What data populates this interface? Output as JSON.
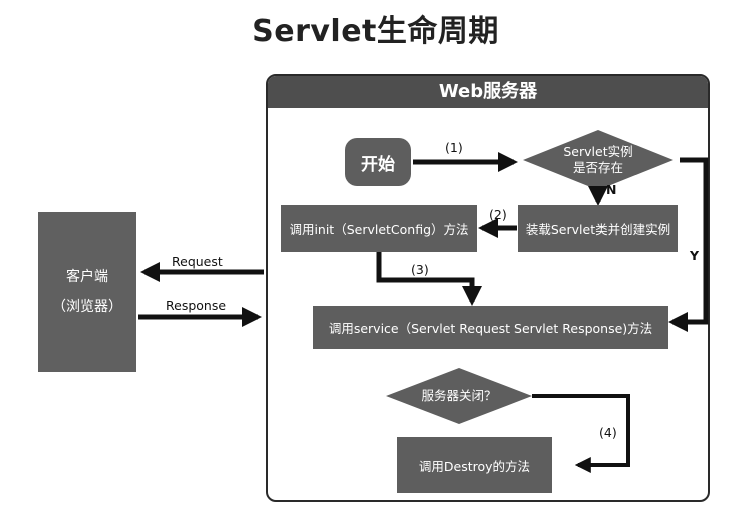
{
  "title": "Servlet生命周期",
  "client": {
    "line1": "客户端",
    "line2": "（浏览器）"
  },
  "server": {
    "title": "Web服务器"
  },
  "nodes": {
    "start": "开始",
    "check_exists": {
      "line1": "Servlet实例",
      "line2": "是否存在"
    },
    "load_class": "装载Servlet类并创建实例",
    "call_init": "调用init（ServletConfig）方法",
    "call_service": "调用service（Servlet Request Servlet Response)方法",
    "server_closed": "服务器关闭？",
    "call_destroy": "调用Destroy的方法"
  },
  "edge_labels": {
    "step1": "(1)",
    "step2": "(2)",
    "step3": "(3)",
    "step4": "(4)",
    "no": "N",
    "yes": "Y",
    "request": "Request",
    "response": "Response"
  },
  "colors": {
    "box_fill": "#5e5e5e",
    "header_fill": "#4e4e4e",
    "arrow": "#111111",
    "title_text": "#222222"
  }
}
